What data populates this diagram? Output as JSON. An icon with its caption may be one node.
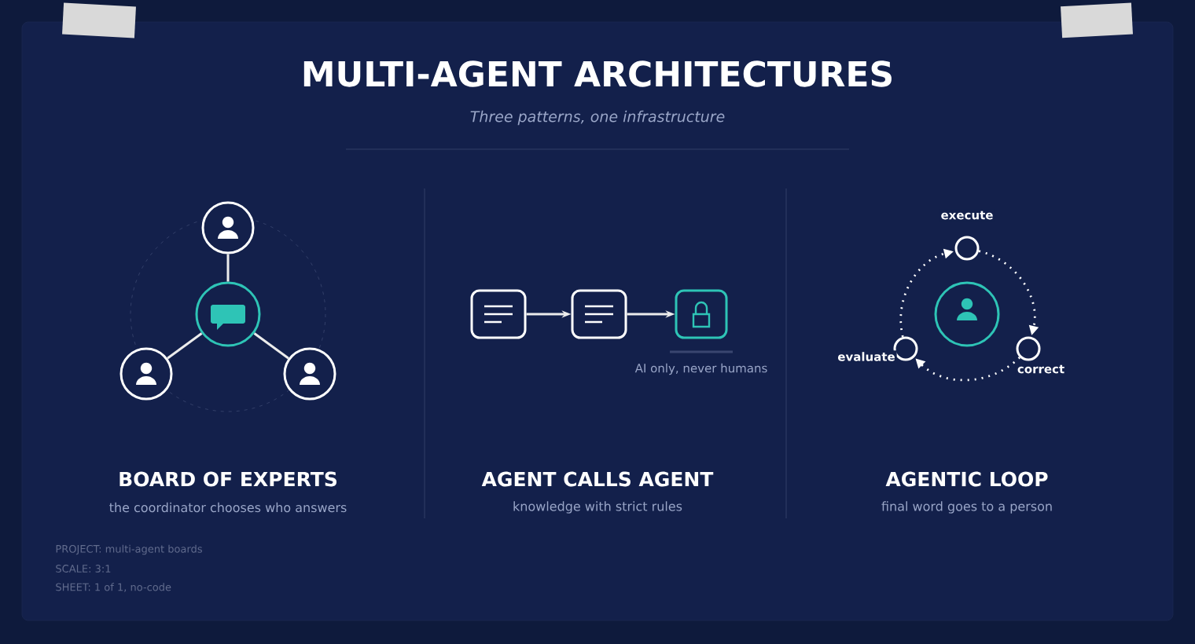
{
  "diagram": {
    "title": "MULTI-AGENT ARCHITECTURES",
    "nodes": [
      {
        "text": [],
        "shape": "circle"
      },
      {
        "text": [],
        "shape": "circle"
      },
      {
        "text": [],
        "shape": "circle"
      },
      {
        "text": [],
        "shape": "circle"
      },
      {
        "text": [],
        "shape": "box"
      },
      {
        "text": [],
        "shape": "box"
      },
      {
        "text": [],
        "shape": "box",
        "beside": [
          "AI only, never humans"
        ]
      },
      {
        "text": [],
        "shape": "circle"
      },
      {
        "text": [],
        "shape": "circle",
        "beside": [
          "execute"
        ]
      },
      {
        "text": [],
        "shape": "circle",
        "beside": [
          "correct"
        ]
      },
      {
        "text": [],
        "shape": "circle",
        "beside": [
          "evaluate"
        ]
      }
    ],
    "edges": [
      {
        "from": 1,
        "to": 0,
        "arrow": "none"
      },
      {
        "from": 1,
        "to": 2,
        "arrow": "none"
      },
      {
        "from": 1,
        "to": 3,
        "arrow": "none"
      },
      {
        "from": 4,
        "to": 5,
        "arrow": "to"
      },
      {
        "from": 5,
        "to": 6,
        "arrow": "to"
      },
      {
        "from": 8,
        "to": 9,
        "arrow": "to",
        "style": "dashed"
      },
      {
        "from": 9,
        "to": 10,
        "arrow": "to",
        "style": "dashed"
      },
      {
        "from": 10,
        "to": 8,
        "arrow": "to",
        "style": "dashed"
      }
    ],
    "labels": [
      "Three patterns, one infrastructure",
      "PROJECT: multi-agent boards",
      "SCALE: 3:1",
      "SHEET: 1 of 1, no-code",
      "BOARD OF EXPERTS",
      "the coordinator chooses who answers",
      "AGENT CALLS AGENT",
      "knowledge with strict rules",
      "AGENTIC LOOP",
      "final word goes to a person"
    ]
  }
}
